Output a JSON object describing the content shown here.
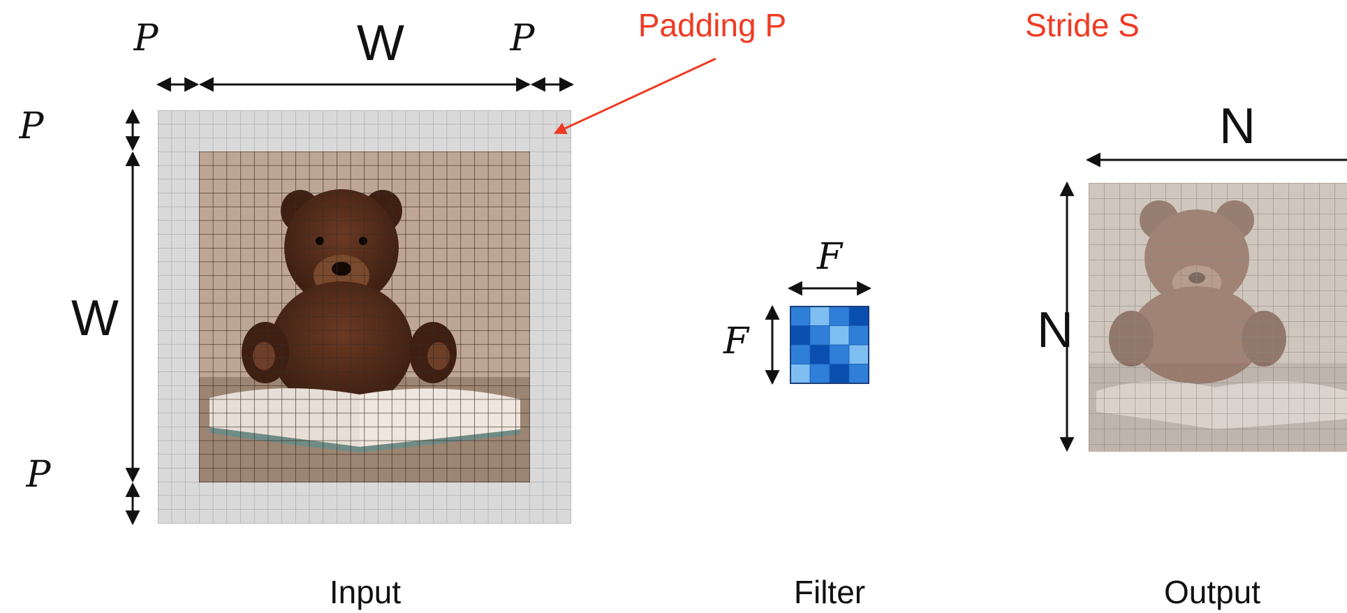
{
  "annotations": {
    "padding_callout": "Padding P",
    "stride_callout": "Stride S"
  },
  "input": {
    "caption": "Input",
    "width_label": "W",
    "height_label": "W",
    "pad_left_label": "P",
    "pad_right_label": "P",
    "pad_top_label": "P",
    "pad_bottom_label": "P"
  },
  "filter": {
    "caption": "Filter",
    "width_label": "F",
    "height_label": "F"
  },
  "output": {
    "caption": "Output",
    "width_label": "N",
    "height_label": "N"
  },
  "colors": {
    "accent_red": "#ef3b24",
    "filter_blue_dark": "#0a4fb0",
    "filter_blue_mid": "#2f7fd8",
    "filter_blue_light": "#7fbef0",
    "padding_gray": "#d9d9d9",
    "photo_tan": "#bda794"
  }
}
